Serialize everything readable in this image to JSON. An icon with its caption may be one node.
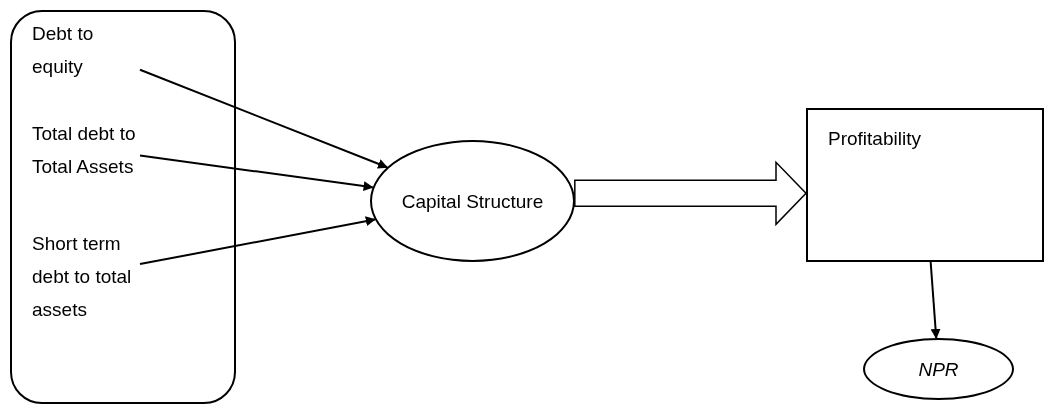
{
  "diagram": {
    "nodes": [
      {
        "text": [],
        "shape": "box"
      },
      {
        "text": [
          "Debt to equity"
        ],
        "in": 0
      },
      {
        "text": [
          "Total debt to Total Assets"
        ],
        "in": 0
      },
      {
        "text": [
          "Short term debt to total assets"
        ],
        "in": 0
      },
      {
        "text": [
          "Capital Structure"
        ]
      },
      {
        "text": [
          "Profitability"
        ]
      },
      {
        "text": [
          "NPR"
        ]
      }
    ],
    "edges": [
      {
        "from": 1,
        "to": 4,
        "arrow": "to"
      },
      {
        "from": 2,
        "to": 4,
        "arrow": "to"
      },
      {
        "from": 3,
        "to": 4,
        "arrow": "to"
      },
      {
        "from": 4,
        "to": 5,
        "arrow": "to",
        "style": "thick"
      },
      {
        "from": 5,
        "to": 6,
        "arrow": "to"
      }
    ]
  }
}
